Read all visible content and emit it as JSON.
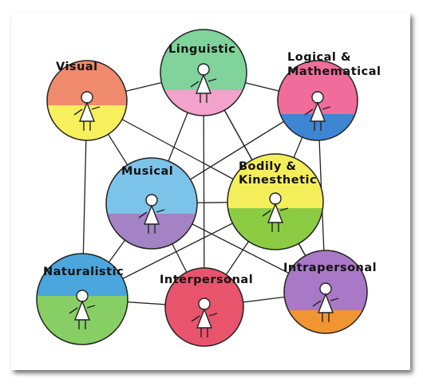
{
  "diagram": {
    "nodes": [
      {
        "id": "visual",
        "label": "Visual",
        "colors": [
          "#f08a6c",
          "#f7ef5c"
        ]
      },
      {
        "id": "linguistic",
        "label": "Linguistic",
        "colors": [
          "#7fd39b",
          "#f3a2cc"
        ]
      },
      {
        "id": "logical",
        "label": "Logical &\nMathematical",
        "colors": [
          "#f06d9b",
          "#3f86d2"
        ]
      },
      {
        "id": "musical",
        "label": "Musical",
        "colors": [
          "#7cc3ea",
          "#a383c4"
        ]
      },
      {
        "id": "bodily",
        "label": "Bodily &\nKinesthetic",
        "colors": [
          "#f5ee5b",
          "#8ccc43"
        ]
      },
      {
        "id": "naturalistic",
        "label": "Naturalistic",
        "colors": [
          "#4aa6dc",
          "#87cf64"
        ]
      },
      {
        "id": "interpersonal",
        "label": "Interpersonal",
        "colors": [
          "#e9546d",
          "#e9546d"
        ]
      },
      {
        "id": "intrapersonal",
        "label": "Intrapersonal",
        "colors": [
          "#a978c6",
          "#f19532"
        ]
      }
    ],
    "edges": [
      [
        "visual",
        "linguistic"
      ],
      [
        "linguistic",
        "logical"
      ],
      [
        "visual",
        "musical"
      ],
      [
        "visual",
        "bodily"
      ],
      [
        "visual",
        "naturalistic"
      ],
      [
        "linguistic",
        "musical"
      ],
      [
        "linguistic",
        "bodily"
      ],
      [
        "linguistic",
        "interpersonal"
      ],
      [
        "linguistic",
        "intrapersonal"
      ],
      [
        "logical",
        "musical"
      ],
      [
        "logical",
        "bodily"
      ],
      [
        "logical",
        "intrapersonal"
      ],
      [
        "musical",
        "bodily"
      ],
      [
        "musical",
        "naturalistic"
      ],
      [
        "musical",
        "interpersonal"
      ],
      [
        "musical",
        "intrapersonal"
      ],
      [
        "bodily",
        "naturalistic"
      ],
      [
        "bodily",
        "interpersonal"
      ],
      [
        "bodily",
        "intrapersonal"
      ],
      [
        "naturalistic",
        "interpersonal"
      ],
      [
        "interpersonal",
        "intrapersonal"
      ]
    ]
  }
}
